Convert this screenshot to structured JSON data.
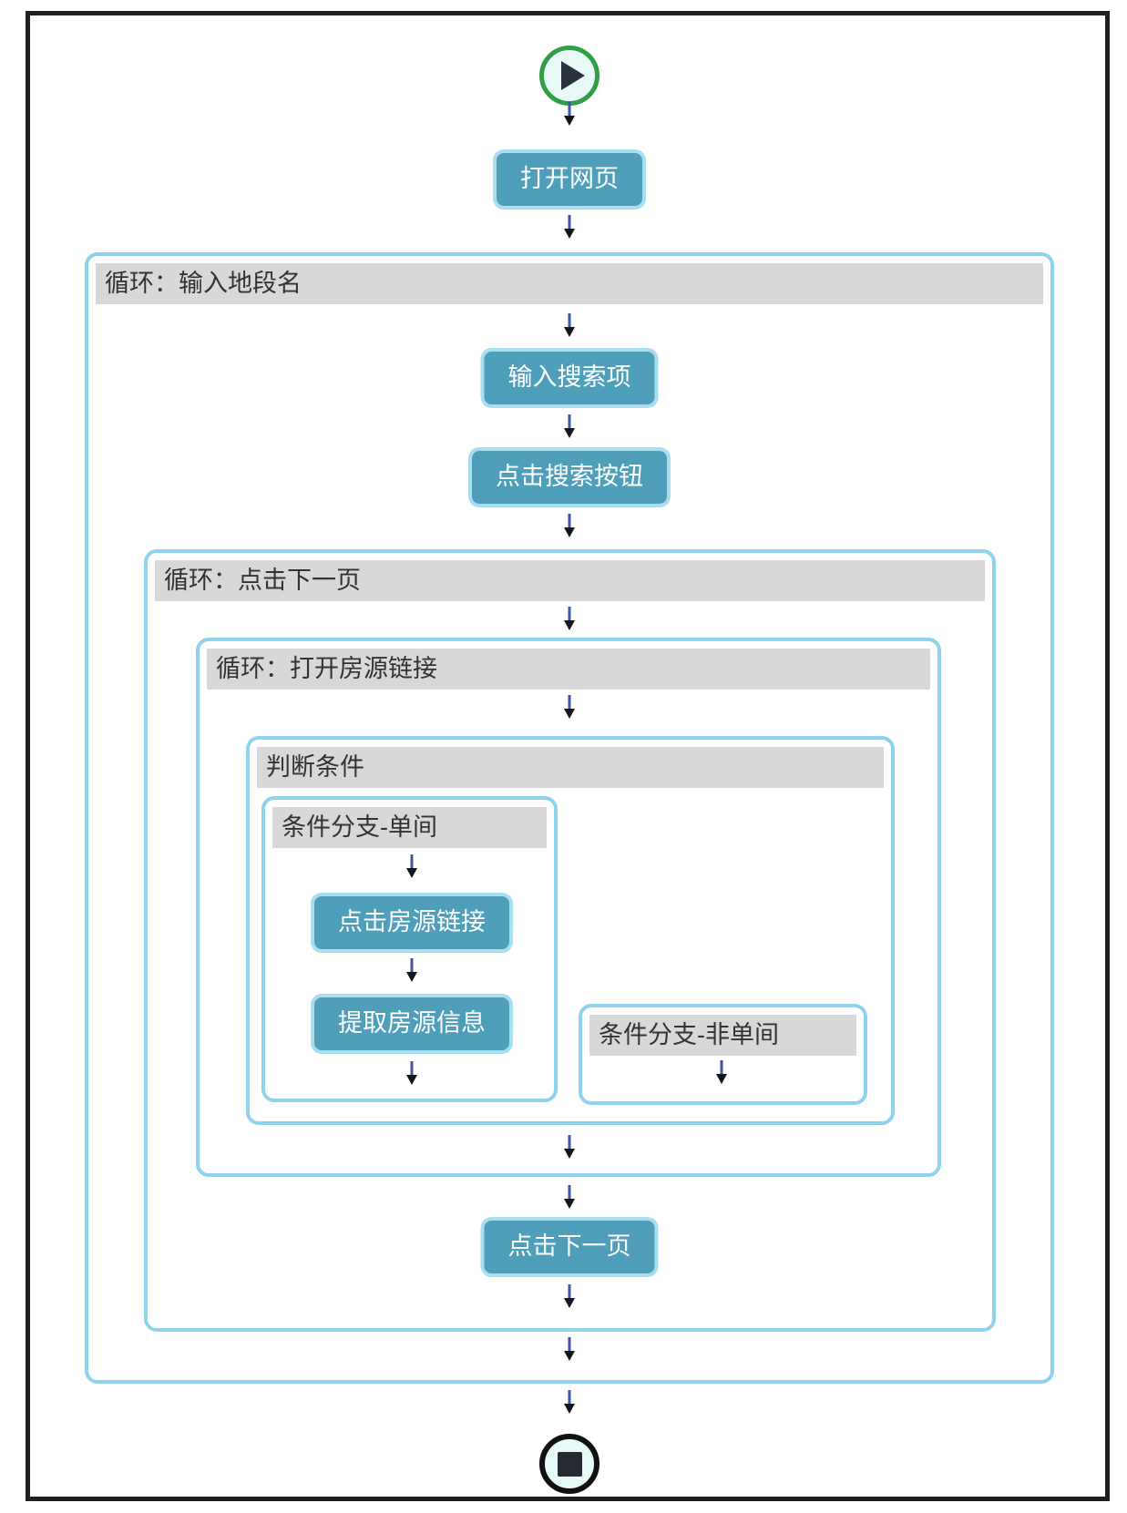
{
  "labels": {
    "open_webpage": "打开网页",
    "loop_input_area": "循环：输入地段名",
    "input_search": "输入搜索项",
    "click_search_button": "点击搜索按钮",
    "loop_click_next_page": "循环：点击下一页",
    "loop_open_listing_link": "循环：打开房源链接",
    "condition": "判断条件",
    "branch_single_room": "条件分支-单间",
    "click_listing_link": "点击房源链接",
    "extract_listing_info": "提取房源信息",
    "branch_not_single_room": "条件分支-非单间",
    "click_next_page": "点击下一页"
  },
  "icons": {
    "start": "play-icon",
    "stop": "stop-icon"
  },
  "colors": {
    "node_fill": "#4f9fbb",
    "node_border": "#a9ddf1",
    "container_border": "#8fd2ee",
    "header_bg": "#d8d8d8",
    "header_text": "#333333",
    "start_ring": "#2f9e44",
    "stop_ring": "#111111",
    "terminal_fill": "#e7faf8",
    "arrow_stem": "#3d55a3",
    "arrow_head": "#15161a",
    "frame_border": "#1f1f1f"
  }
}
